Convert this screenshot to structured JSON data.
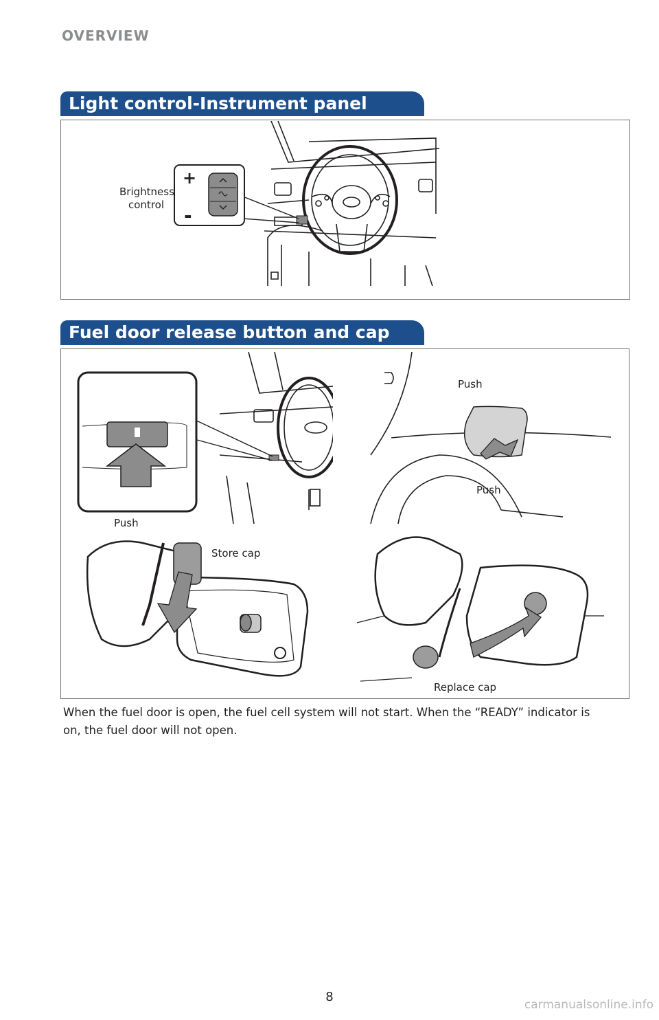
{
  "header": {
    "section": "OVERVIEW"
  },
  "light_section": {
    "title": "Light control-Instrument panel",
    "brightness_label_1": "Brightness",
    "brightness_label_2": "control",
    "plus": "+",
    "minus": "-"
  },
  "fuel_section": {
    "title": "Fuel door release button and cap",
    "push_left": "Push",
    "push_top": "Push",
    "push_right": "Push",
    "store_cap": "Store cap",
    "replace_cap": "Replace cap",
    "caption": "When the fuel door is open, the fuel cell system will not start. When the “READY” indicator is on, the fuel door will not open."
  },
  "footer": {
    "page_number": "8",
    "watermark": "carmanualsonline.info"
  }
}
